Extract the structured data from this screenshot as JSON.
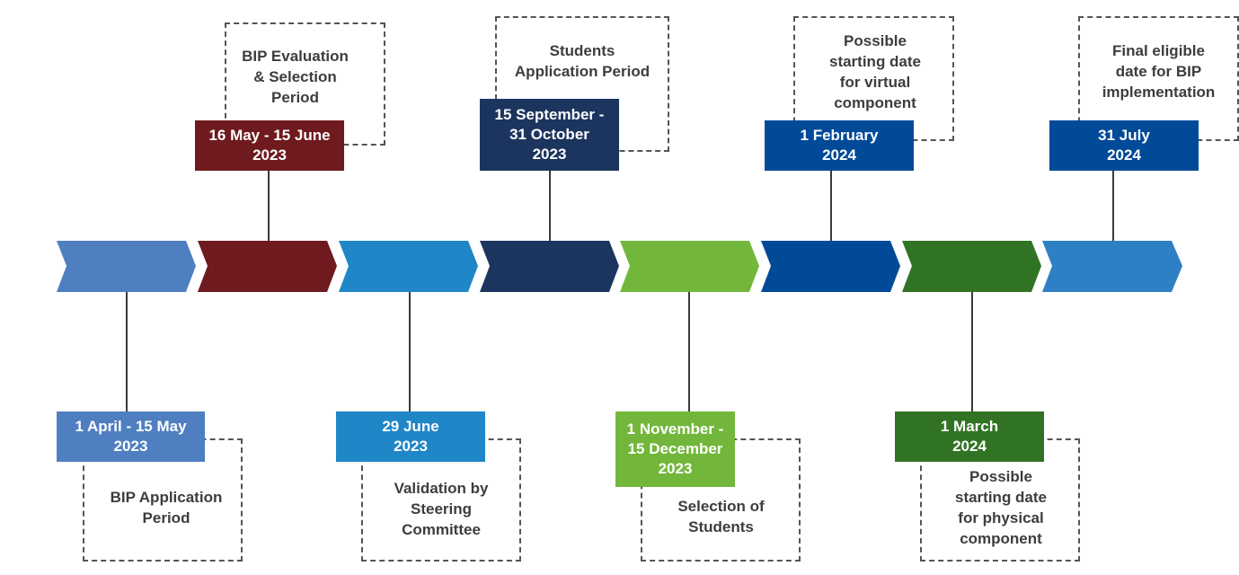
{
  "colors": {
    "c1": "#4F7FC0",
    "c2": "#6E1A1E",
    "c3": "#1F86C8",
    "c4": "#1C355E",
    "c5": "#72B73B",
    "c6": "#004A98",
    "c7": "#317324",
    "c8": "#2E7FC4"
  },
  "milestones": [
    {
      "id": "m1",
      "date": "1 April - 15 May\n2023",
      "label": "BIP Application\nPeriod"
    },
    {
      "id": "m2",
      "date": "16 May - 15 June\n2023",
      "label": "BIP Evaluation\n& Selection\nPeriod"
    },
    {
      "id": "m3",
      "date": "29 June\n2023",
      "label": "Validation by\nSteering\nCommittee"
    },
    {
      "id": "m4",
      "date": "15 September -\n31 October\n2023",
      "label": "Students\nApplication Period"
    },
    {
      "id": "m5",
      "date": "1 November -\n15 December\n2023",
      "label": "Selection of\nStudents"
    },
    {
      "id": "m6",
      "date": "1 February\n2024",
      "label": "Possible\nstarting date\nfor virtual\ncomponent"
    },
    {
      "id": "m7",
      "date": "1 March\n2024",
      "label": "Possible\nstarting date\nfor physical\ncomponent"
    },
    {
      "id": "m8",
      "date": "31 July\n2024",
      "label": "Final eligible\ndate for BIP\nimplementation"
    }
  ]
}
